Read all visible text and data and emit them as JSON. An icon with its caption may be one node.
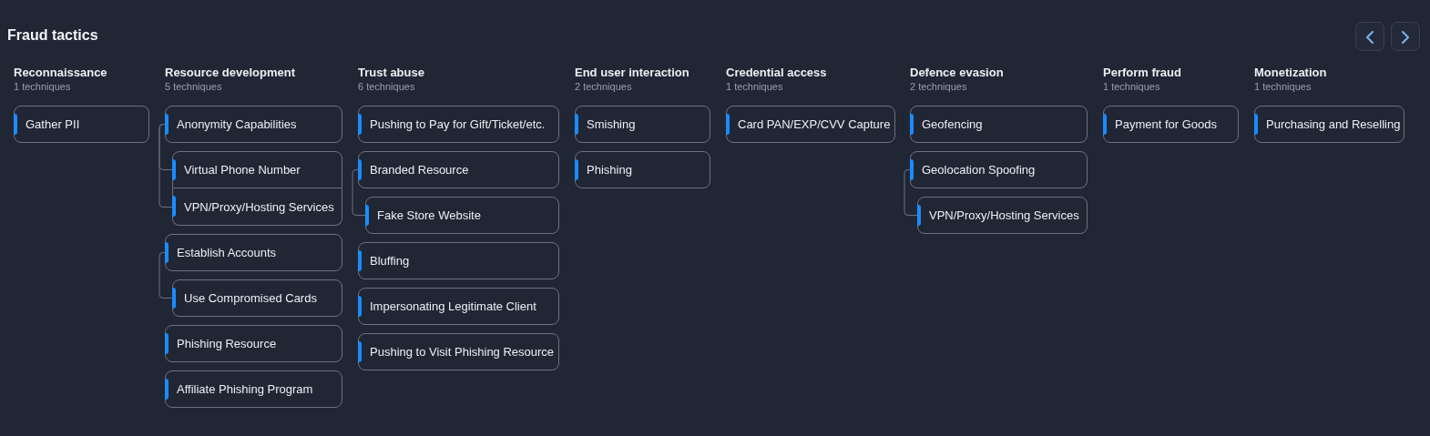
{
  "diagram": {
    "title": "Fraud tactics",
    "nodes": [
      {
        "text": [
          "Gather PII"
        ]
      },
      {
        "text": [
          "Anonymity Capabilities"
        ]
      },
      {
        "text": [
          "Virtual Phone Number"
        ]
      },
      {
        "text": [
          "VPN/Proxy/Hosting Services"
        ]
      },
      {
        "text": [
          "Establish Accounts"
        ]
      },
      {
        "text": [
          "Use Compromised Cards"
        ]
      },
      {
        "text": [
          "Phishing Resource"
        ]
      },
      {
        "text": [
          "Affiliate Phishing Program"
        ]
      },
      {
        "text": [
          "Pushing to Pay for Gift/Ticket/etc."
        ]
      },
      {
        "text": [
          "Branded Resource"
        ]
      },
      {
        "text": [
          "Fake Store Website"
        ]
      },
      {
        "text": [
          "Bluffing"
        ]
      },
      {
        "text": [
          "Impersonating Legitimate Client"
        ]
      },
      {
        "text": [
          "Pushing to Visit Phishing Resource"
        ]
      },
      {
        "text": [
          "Smishing"
        ]
      },
      {
        "text": [
          "Phishing"
        ]
      },
      {
        "text": [
          "Card PAN/EXP/CVV Capture"
        ]
      },
      {
        "text": [
          "Geofencing"
        ]
      },
      {
        "text": [
          "Geolocation Spoofing"
        ]
      },
      {
        "text": [
          "VPN/Proxy/Hosting Services"
        ]
      },
      {
        "text": [
          "Payment for Goods"
        ]
      },
      {
        "text": [
          "Purchasing and Reselling"
        ]
      }
    ],
    "edges": [
      {
        "from": 1,
        "to": 2,
        "arrow": "none"
      },
      {
        "from": 1,
        "to": 3,
        "arrow": "none"
      },
      {
        "from": 4,
        "to": 5,
        "arrow": "none"
      },
      {
        "from": 9,
        "to": 10,
        "arrow": "none"
      },
      {
        "from": 18,
        "to": 19,
        "arrow": "none"
      }
    ],
    "labels": [
      "Reconnaissance",
      "1 techniques",
      "Resource development",
      "5 techniques",
      "Trust abuse",
      "6 techniques",
      "End user interaction",
      "2 techniques",
      "Credential access",
      "1 techniques",
      "Defence evasion",
      "2 techniques",
      "Perform fraud",
      "1 techniques",
      "Monetization",
      "1 techniques"
    ]
  }
}
